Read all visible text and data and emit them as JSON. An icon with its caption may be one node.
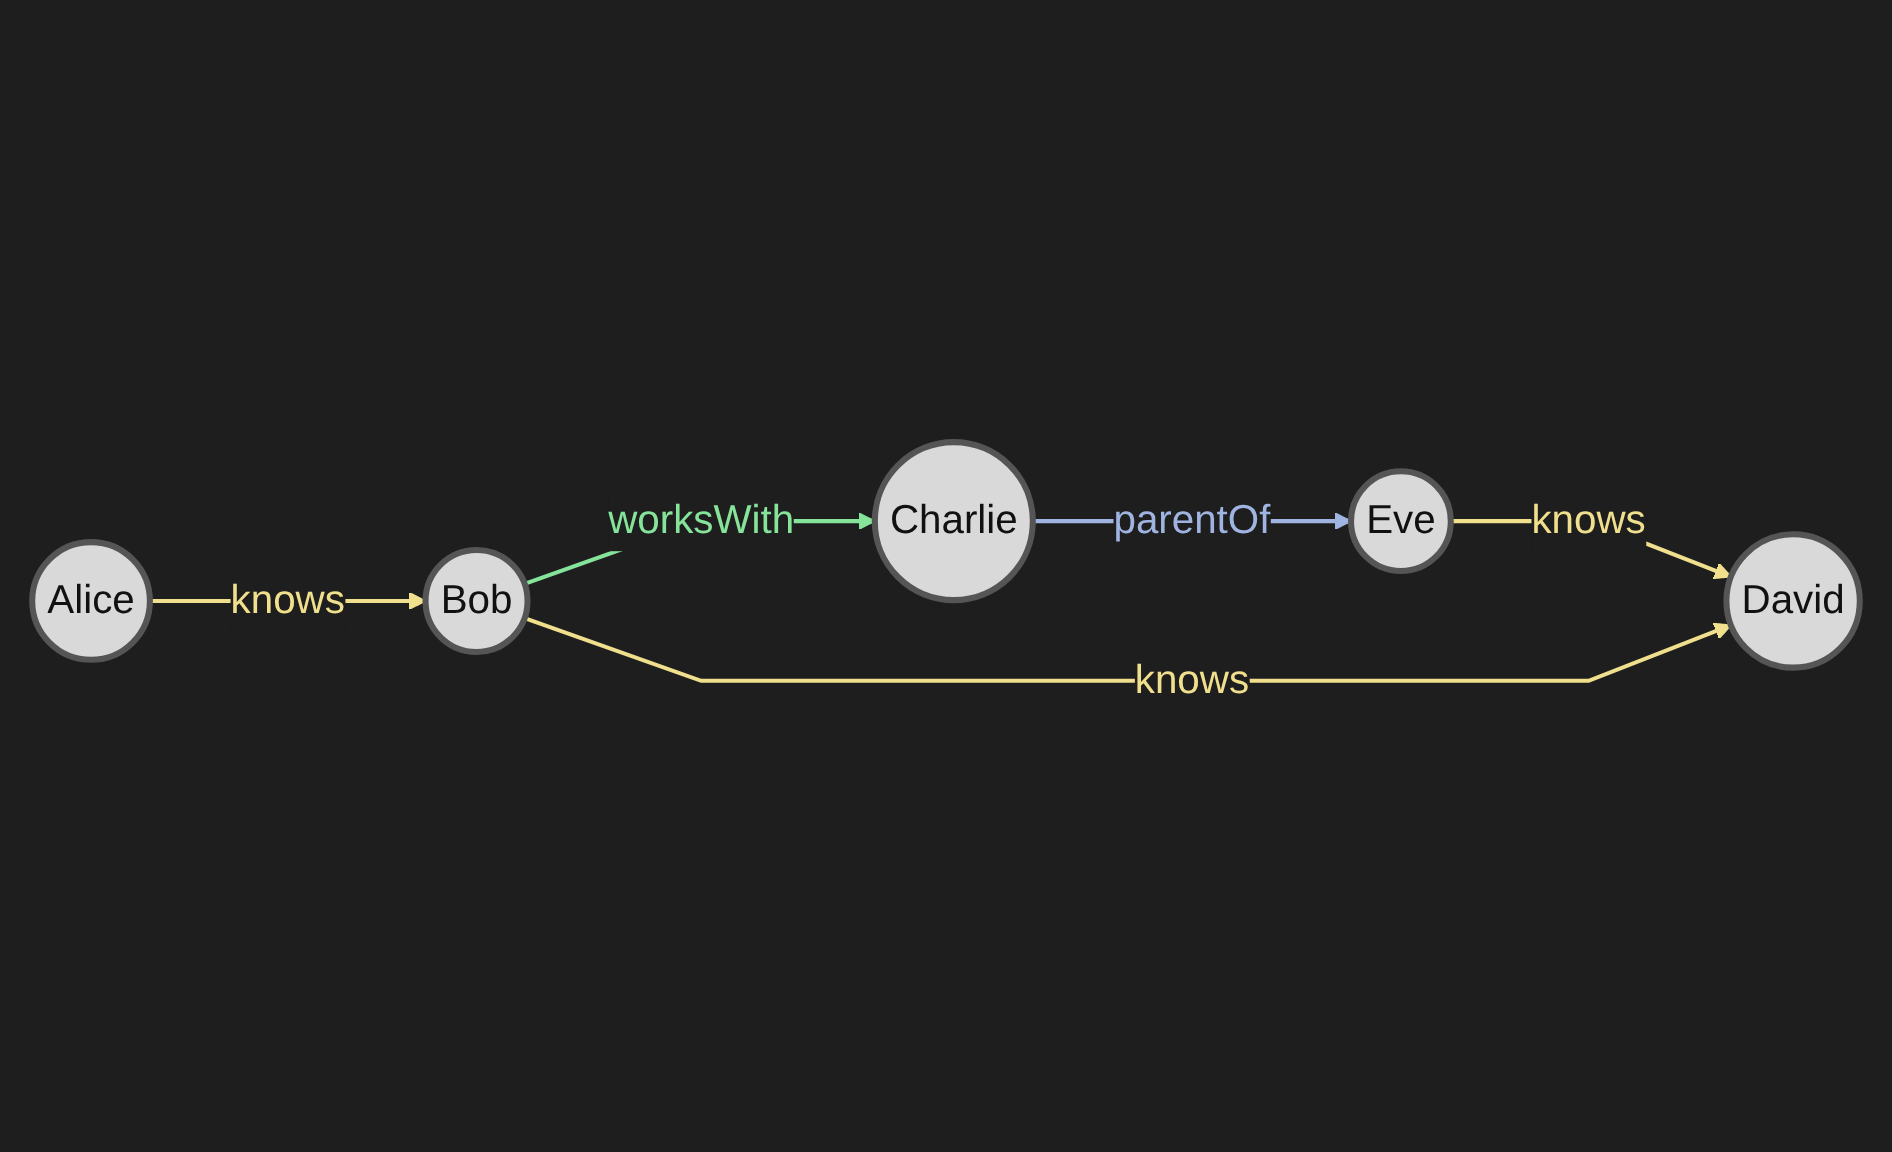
{
  "diagram": {
    "nodes": [
      {
        "text": [
          "Eve"
        ]
      },
      {
        "text": [
          "David"
        ]
      },
      {
        "text": [
          "Charlie"
        ]
      },
      {
        "text": [
          "Alice"
        ]
      },
      {
        "text": [
          "Bob"
        ]
      }
    ],
    "edges": [
      {
        "from": 0,
        "to": 1,
        "arrow": "to",
        "label": "knows"
      },
      {
        "from": 4,
        "to": 1,
        "arrow": "to",
        "label": "knows"
      },
      {
        "from": 3,
        "to": 4,
        "arrow": "to",
        "label": "knows"
      },
      {
        "from": 4,
        "to": 2,
        "arrow": "to",
        "label": "worksWith",
        "color": "#86e39a"
      },
      {
        "from": 2,
        "to": 0,
        "arrow": "to",
        "label": "parentOf",
        "color": "#9fb4e0"
      }
    ]
  }
}
